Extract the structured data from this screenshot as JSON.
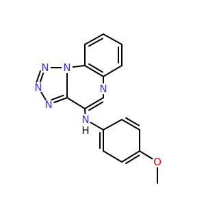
{
  "molecule": {
    "colors": {
      "bond": "#000000",
      "carbon": "#000000",
      "nitrogen": "#3333ff",
      "oxygen": "#ff0000",
      "hydrogen": "#000000"
    },
    "atoms": [
      {
        "id": "n_tz1",
        "element": "N",
        "label": "N"
      },
      {
        "id": "n_tz2",
        "element": "N",
        "label": "N"
      },
      {
        "id": "n_tz3",
        "element": "N",
        "label": "N"
      },
      {
        "id": "n_bridge",
        "element": "N",
        "label": "N"
      },
      {
        "id": "n_pyr",
        "element": "N",
        "label": "N"
      },
      {
        "id": "n_amine",
        "element": "N",
        "label": "N"
      },
      {
        "id": "h_amine",
        "element": "H",
        "label": "H"
      },
      {
        "id": "o_methoxy",
        "element": "O",
        "label": "O"
      }
    ]
  }
}
